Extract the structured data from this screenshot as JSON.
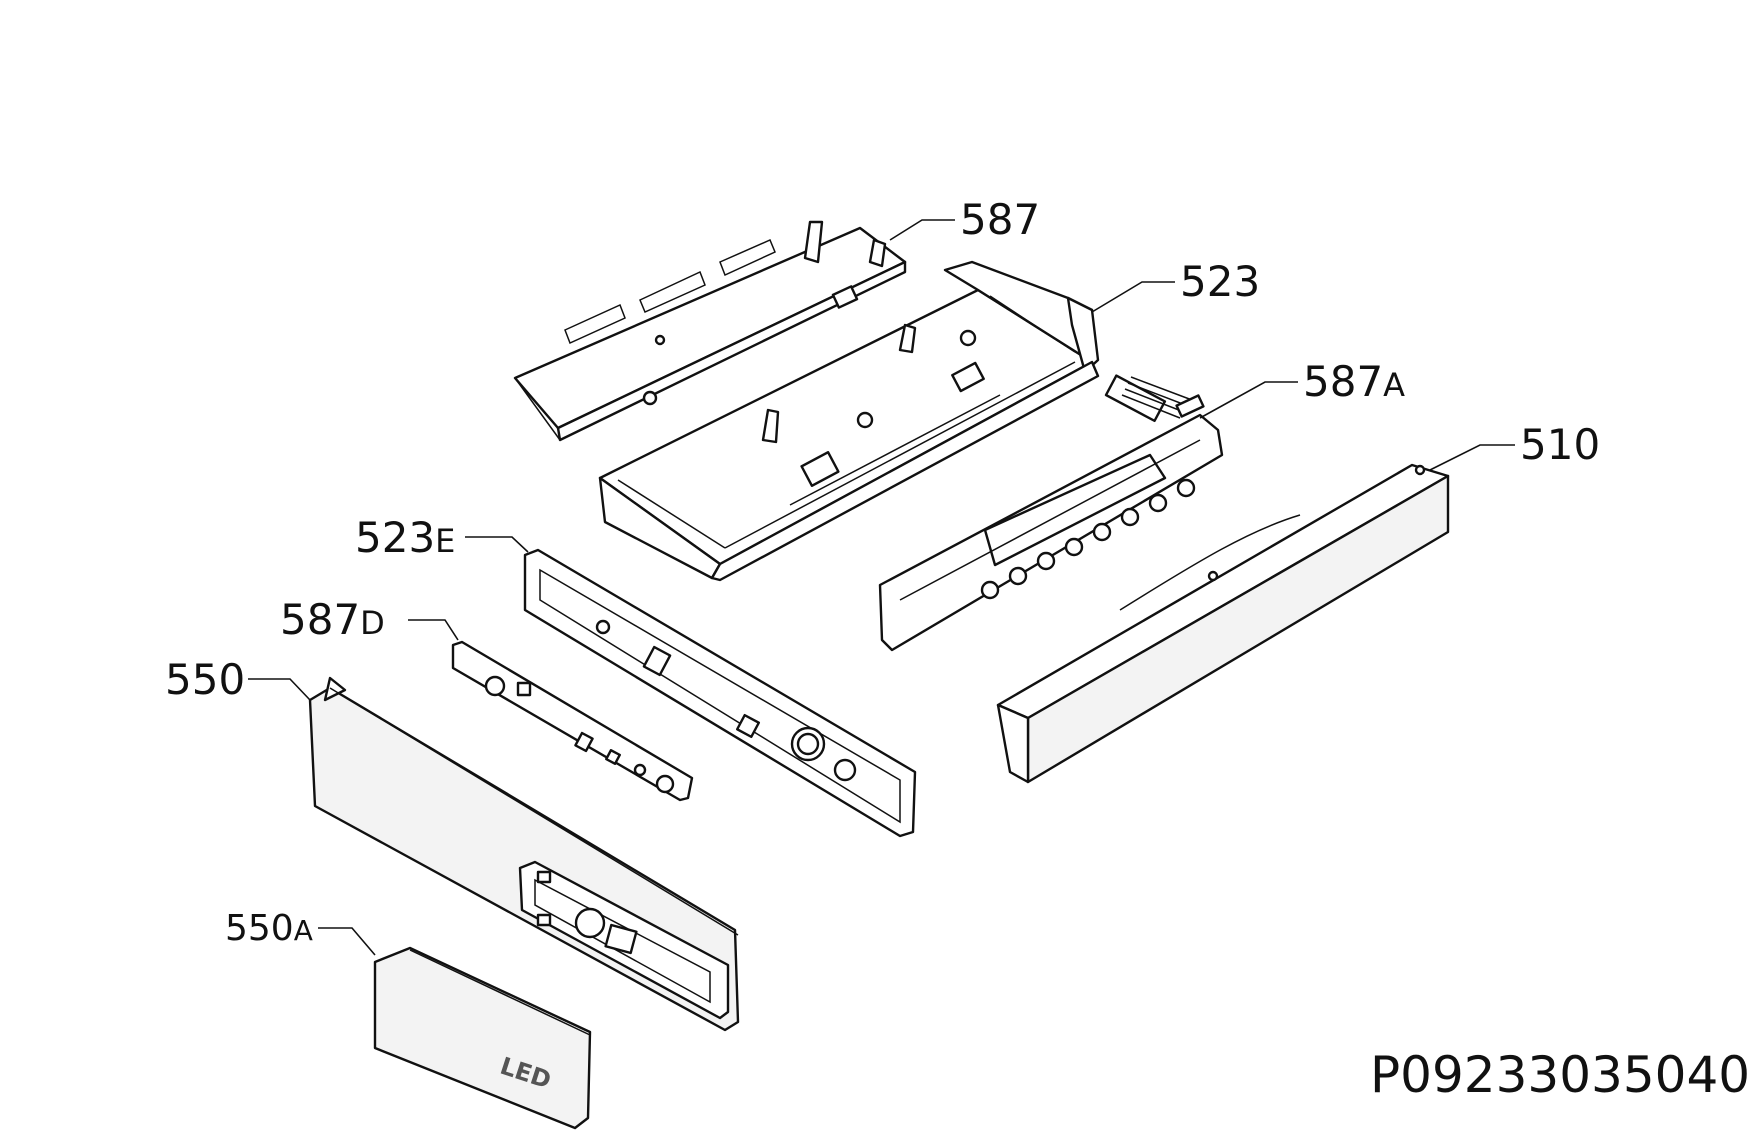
{
  "labels": {
    "p587": {
      "num": "587",
      "suf": ""
    },
    "p523": {
      "num": "523",
      "suf": ""
    },
    "p587a": {
      "num": "587",
      "suf": "A"
    },
    "p510": {
      "num": "510",
      "suf": ""
    },
    "p523e": {
      "num": "523",
      "suf": "E"
    },
    "p587d": {
      "num": "587",
      "suf": "D"
    },
    "p550": {
      "num": "550",
      "suf": ""
    },
    "p550a": {
      "num": "550",
      "suf": "A"
    }
  },
  "led_text": "LED",
  "drawing_code": "P09233035040"
}
